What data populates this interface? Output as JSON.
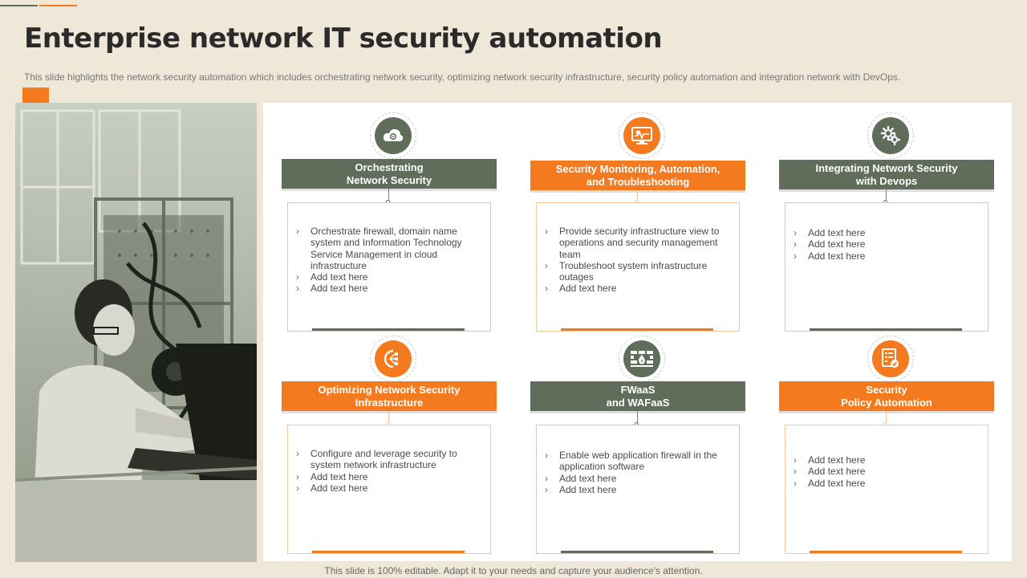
{
  "slide": {
    "title": "Enterprise network IT security automation",
    "subtitle": "This slide highlights the network security automation which includes orchestrating network security, optimizing network security infrastructure, security policy automation and integration network with DevOps.",
    "footer": "This slide is 100% editable. Adapt it to your needs and capture your audience's attention."
  },
  "colors": {
    "green": "#5f6d5a",
    "orange": "#f47a20",
    "background": "#efe8d8"
  },
  "photo": {
    "description_icon": "woman-working-on-laptop-photo"
  },
  "cards": [
    {
      "icon": "cloud-gear-icon",
      "color": "green",
      "heading": "Orchestrating\nNetwork Security",
      "bullets": [
        "Orchestrate firewall, domain name system and Information Technology Service Management in cloud infrastructure",
        "Add text here",
        "Add text here"
      ]
    },
    {
      "icon": "monitor-alert-icon",
      "color": "orange",
      "heading": "Security Monitoring, Automation,\nand Troubleshooting",
      "bullets": [
        "Provide security infrastructure view to operations and security management team",
        "Troubleshoot system infrastructure outages",
        "Add text here"
      ]
    },
    {
      "icon": "gears-icon",
      "color": "green",
      "heading": "Integrating Network Security\nwith Devops",
      "bullets": [
        "Add text here",
        "Add text here",
        "Add text here"
      ]
    },
    {
      "icon": "network-branch-icon",
      "color": "orange",
      "heading": "Optimizing Network Security\nInfrastructure",
      "bullets": [
        "Configure and leverage security to system network infrastructure",
        "Add text here",
        "Add text here"
      ]
    },
    {
      "icon": "firewall-icon",
      "color": "green",
      "heading": "FWaaS\nand WAFaaS",
      "bullets": [
        "Enable web application firewall in the application software",
        "Add text here",
        "Add text here"
      ]
    },
    {
      "icon": "policy-document-icon",
      "color": "orange",
      "heading": "Security\nPolicy Automation",
      "bullets": [
        "Add text here",
        "Add text here",
        "Add text here"
      ]
    }
  ]
}
